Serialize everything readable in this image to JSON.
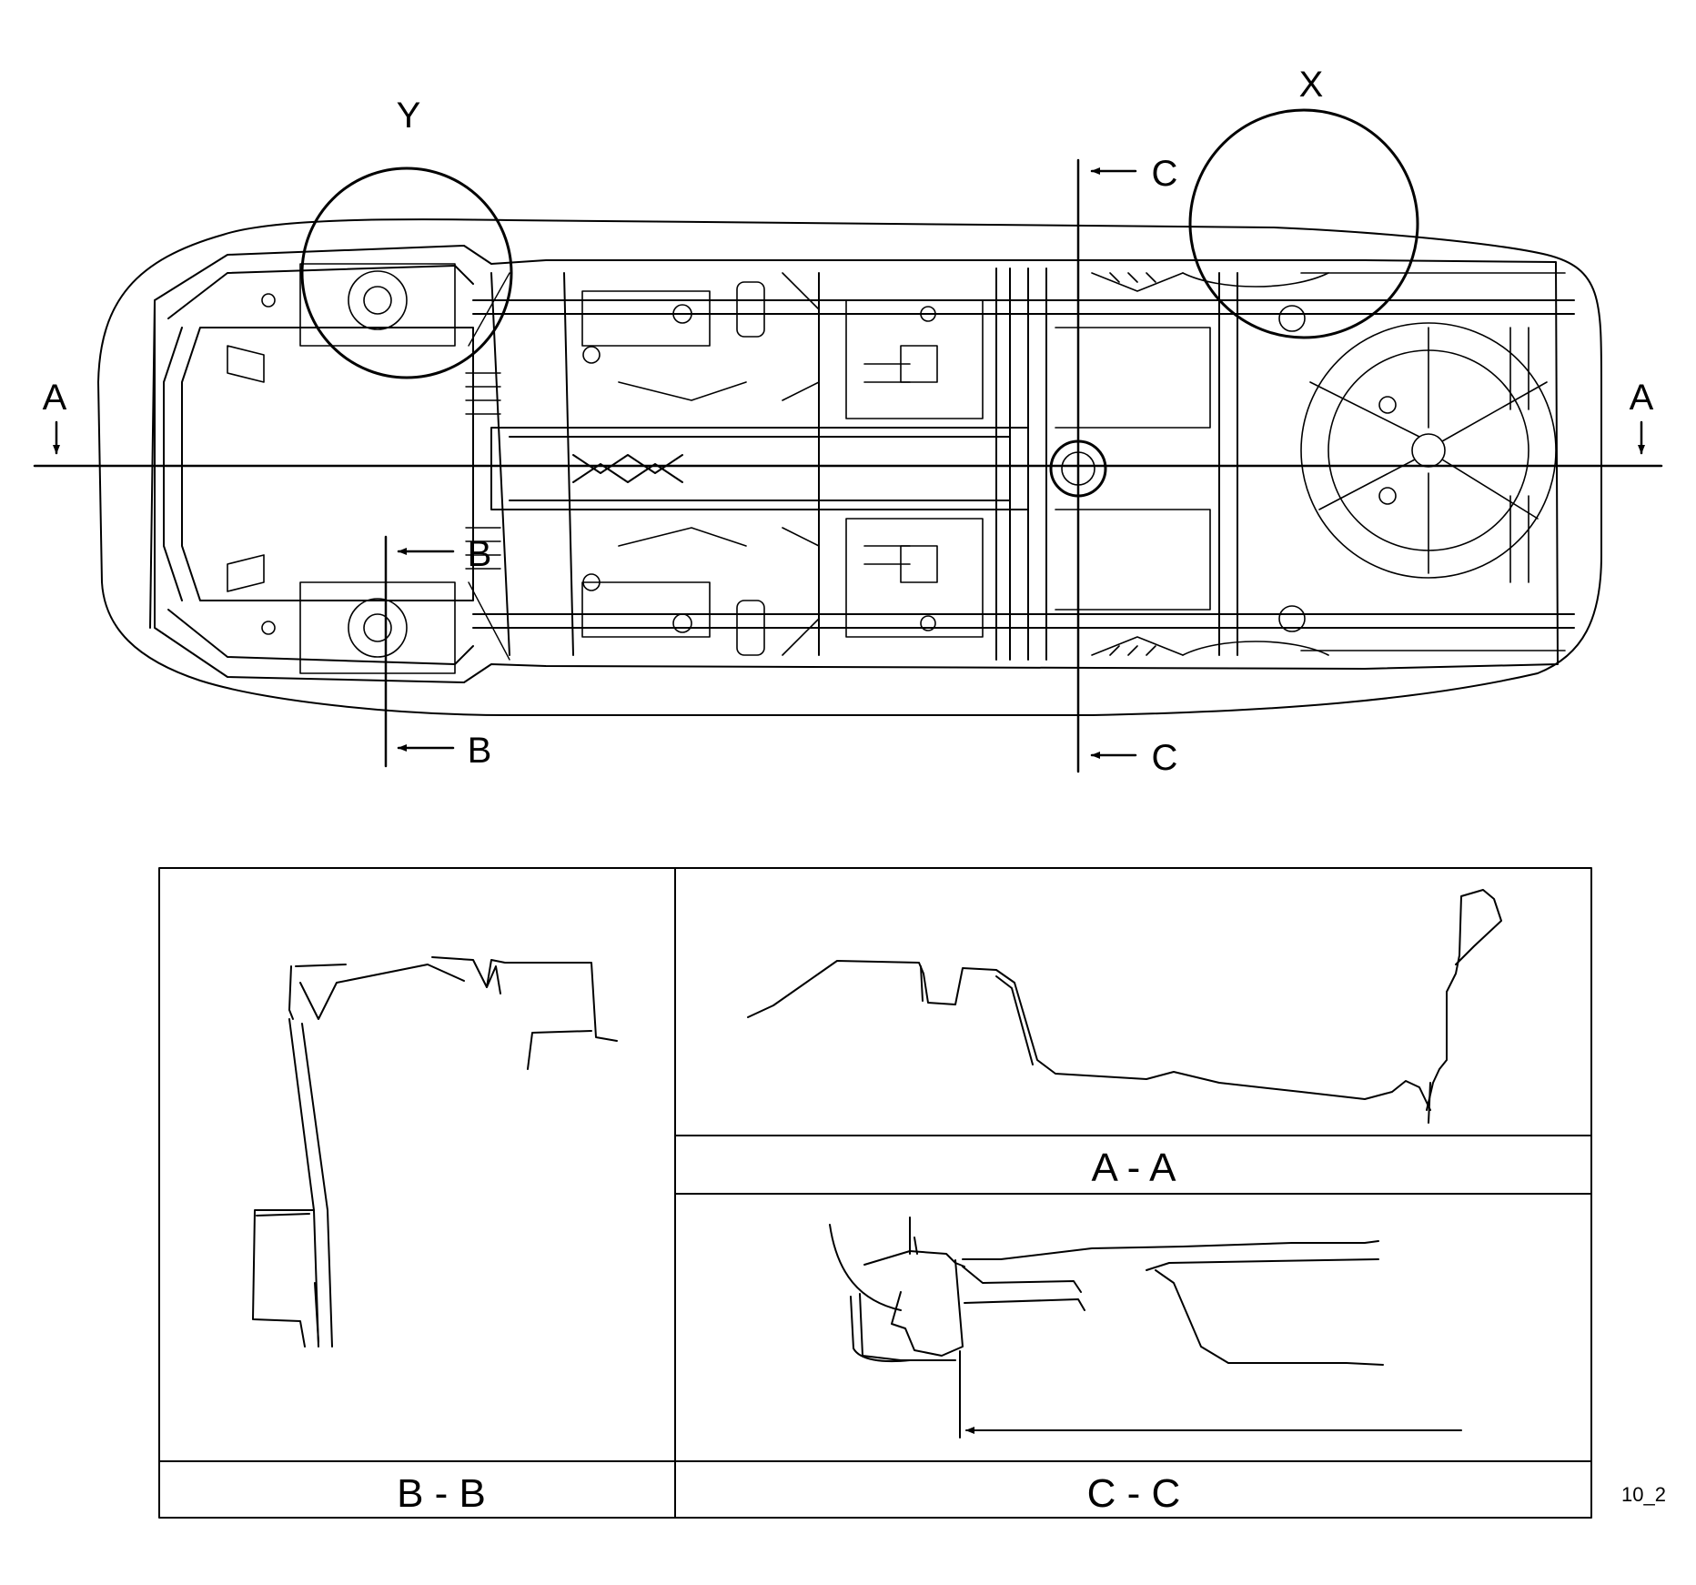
{
  "callouts": {
    "detail_x": "X",
    "detail_y": "Y"
  },
  "section_markers": {
    "a_left": "A",
    "a_right": "A",
    "b_top": "B",
    "b_bottom": "B",
    "c_top": "C",
    "c_bottom": "C"
  },
  "section_views": {
    "aa_title": "A - A",
    "bb_title": "B - B",
    "cc_title": "C - C"
  },
  "figure_id": "10_2",
  "colors": {
    "line": "#000000",
    "background": "#ffffff"
  }
}
